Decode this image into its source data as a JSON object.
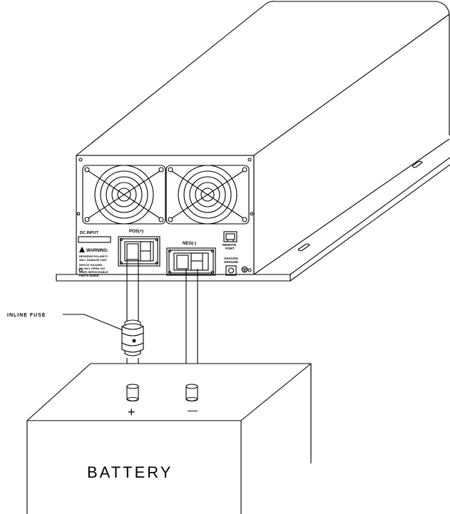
{
  "panel": {
    "dc_input": "DC INPUT",
    "pos_terminal": "POS(+)",
    "neg_terminal": "NEG(-)",
    "remote_port": [
      "REMOTE",
      "PORT"
    ],
    "chassis_ground": [
      "CHASSIS",
      "GROUND"
    ],
    "warning_title": "WARNING:",
    "warning_lines": [
      "REVERSE POLARITY",
      "WILL DAMAGE UNIT."
    ],
    "shock_lines": [
      "SHOCK HAZARD.",
      "DO NOT OPEN. NO",
      "USER SERVICEABLE",
      "PARTS INSIDE."
    ]
  },
  "callouts": {
    "inline_fuse": "INLINE FUSE"
  },
  "battery": {
    "label": "BATTERY",
    "plus": "+",
    "minus": "—"
  }
}
